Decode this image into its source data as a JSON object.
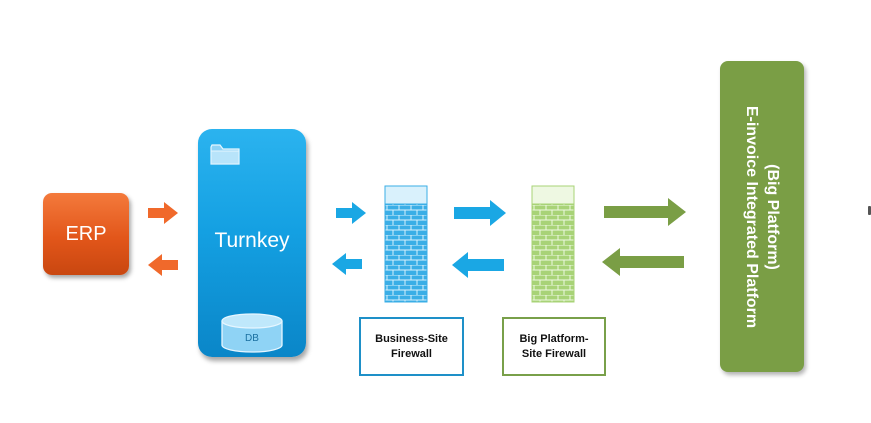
{
  "nodes": {
    "erp": {
      "label": "ERP"
    },
    "turnkey": {
      "label": "Turnkey",
      "db_label": "DB"
    },
    "business_firewall": {
      "label_line1": "Business-Site",
      "label_line2": "Firewall"
    },
    "platform_firewall": {
      "label_line1": "Big Platform-",
      "label_line2": "Site Firewall"
    },
    "platform": {
      "line1": "(Big Platform)",
      "line2": "E-invoice Integrated Platform"
    }
  },
  "colors": {
    "erp": "#e2561a",
    "erp_arrows": "#f0692b",
    "turnkey": "#14a0e2",
    "blue_arrows": "#1aa7e4",
    "business_firewall": "#27a5e0",
    "platform_firewall": "#9fcf6a",
    "green_arrows": "#7a9e45",
    "platform": "#7a9e45"
  },
  "icons": [
    "folder-icon",
    "database-icon",
    "firewall-icon",
    "arrow-right-icon",
    "arrow-left-icon"
  ]
}
